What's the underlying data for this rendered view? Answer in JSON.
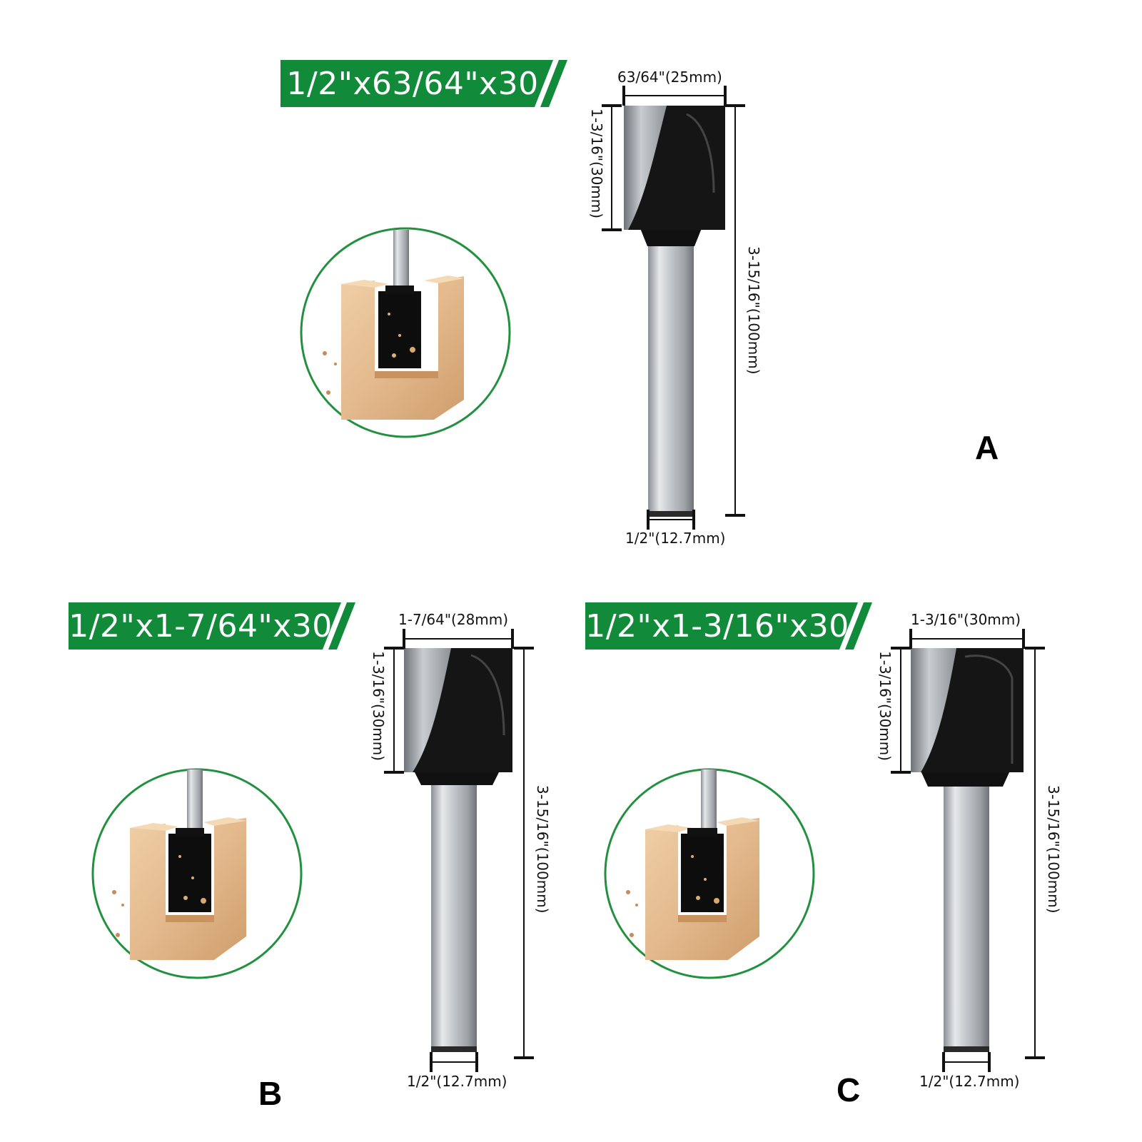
{
  "colors": {
    "banner": "#118a3a",
    "circle": "#22913f",
    "shank": "#b9bcc1",
    "body": "#111111",
    "wood": "#e3b98d"
  },
  "bits": [
    {
      "id": "A",
      "letter": "A",
      "title": "1/2\"x63/64\"x30",
      "cut_width": "63/64\"(25mm)",
      "cut_height": "1-3/16\"(30mm)",
      "total_length": "3-15/16\"(100mm)",
      "shank": "1/2\"(12.7mm)"
    },
    {
      "id": "B",
      "letter": "B",
      "title": "1/2\"x1-7/64\"x30",
      "cut_width": "1-7/64\"(28mm)",
      "cut_height": "1-3/16\"(30mm)",
      "total_length": "3-15/16\"(100mm)",
      "shank": "1/2\"(12.7mm)"
    },
    {
      "id": "C",
      "letter": "C",
      "title": "1/2\"x1-3/16\"x30",
      "cut_width": "1-3/16\"(30mm)",
      "cut_height": "1-3/16\"(30mm)",
      "total_length": "3-15/16\"(100mm)",
      "shank": "1/2\"(12.7mm)"
    }
  ]
}
